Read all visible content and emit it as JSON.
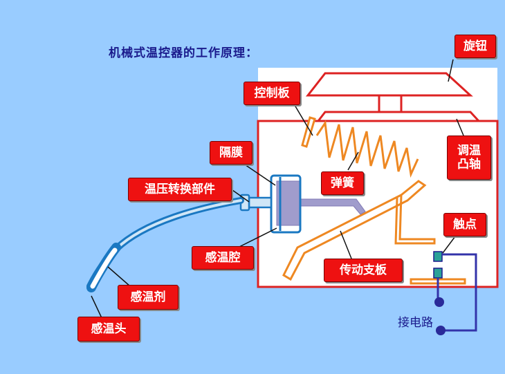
{
  "title": "机械式温控器的工作原理：",
  "labels": {
    "knob": "旋钮",
    "control_plate": "控制板",
    "diaphragm": "隔膜",
    "temp_pressure_converter": "温压转换部件",
    "spring": "弹簧",
    "temp_adjust_cam": "调温\n凸轴",
    "contact": "触点",
    "sensing_chamber": "感温腔",
    "transmission_plate": "传动支板",
    "sensing_agent": "感温剂",
    "sensing_head": "感温头",
    "circuit": "接电路"
  },
  "colors": {
    "background": "#99ccff",
    "housing": "#dd2222",
    "mechanism": "#ee8822",
    "sensor_tube": "#1a78c2",
    "diaphragm_rod": "#a09ccc",
    "wire": "#3333aa",
    "label_fill": "#ee1111",
    "contact_block": "#2aa198"
  }
}
